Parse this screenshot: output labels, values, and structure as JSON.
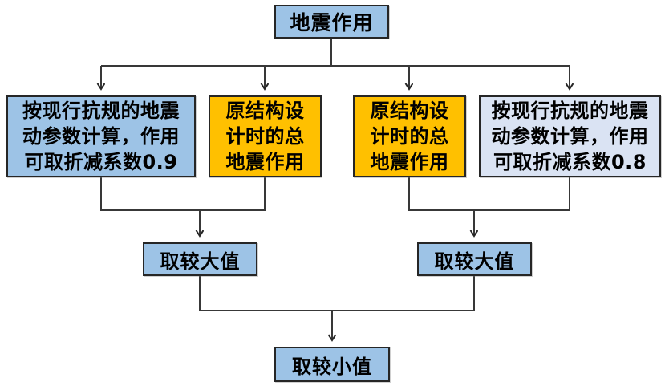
{
  "flowchart": {
    "root": {
      "label": "地震作用"
    },
    "branches": [
      {
        "id": "current-code-reduction-0-9",
        "label": "按现行抗规的地震\n动参数计算，作用\n可取折减系数0.9",
        "color": "#9DC3E6"
      },
      {
        "id": "original-design-total-left",
        "label": "原结构设\n计时的总\n地震作用",
        "color": "#FFC000"
      },
      {
        "id": "original-design-total-right",
        "label": "原结构设\n计时的总\n地震作用",
        "color": "#FFC000"
      },
      {
        "id": "current-code-reduction-0-8",
        "label": "按现行抗规的地震\n动参数计算，作用\n可取折减系数0.8",
        "color": "#DAE3F3"
      }
    ],
    "take_larger_left": {
      "label": "取较大值"
    },
    "take_larger_right": {
      "label": "取较大值"
    },
    "take_smaller": {
      "label": "取较小值"
    },
    "colors": {
      "node_blue": "#9DC3E6",
      "node_orange": "#FFC000",
      "node_lavender": "#DAE3F3",
      "border": "#262626",
      "connector": "#383838",
      "background": "#FFFFFF"
    }
  }
}
